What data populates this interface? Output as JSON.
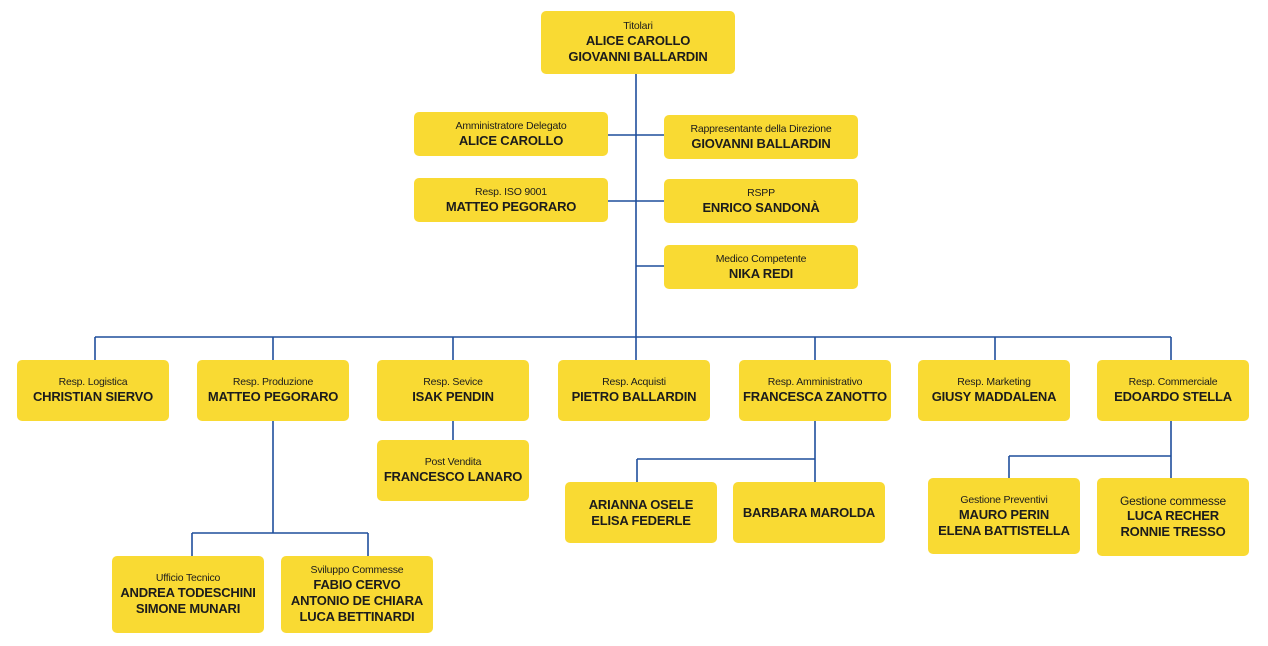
{
  "line_color": "#1f4e9c",
  "box_color": "#f9da33",
  "boxes": {
    "titolari": {
      "role": "Titolari",
      "names": [
        "ALICE CAROLLO",
        "GIOVANNI BALLARDIN"
      ]
    },
    "amministratore": {
      "role": "Amministratore Delegato",
      "names": [
        "ALICE CAROLLO"
      ]
    },
    "rappresentante": {
      "role": "Rappresentante della Direzione",
      "names": [
        "GIOVANNI BALLARDIN"
      ]
    },
    "iso": {
      "role": "Resp. ISO 9001",
      "names": [
        "MATTEO PEGORARO"
      ]
    },
    "rspp": {
      "role": "RSPP",
      "names": [
        "ENRICO SANDONÀ"
      ]
    },
    "medico": {
      "role": "Medico Competente",
      "names": [
        "NIKA REDI"
      ]
    },
    "logistica": {
      "role": "Resp. Logistica",
      "names": [
        "CHRISTIAN SIERVO"
      ]
    },
    "produzione": {
      "role": "Resp. Produzione",
      "names": [
        "MATTEO PEGORARO"
      ]
    },
    "service": {
      "role": "Resp. Sevice",
      "names": [
        "ISAK PENDIN"
      ]
    },
    "acquisti": {
      "role": "Resp. Acquisti",
      "names": [
        "PIETRO BALLARDIN"
      ]
    },
    "amministrativo": {
      "role": "Resp. Amministrativo",
      "names": [
        "FRANCESCA ZANOTTO"
      ]
    },
    "marketing": {
      "role": "Resp. Marketing",
      "names": [
        "GIUSY MADDALENA"
      ]
    },
    "commerciale": {
      "role": "Resp. Commerciale",
      "names": [
        "EDOARDO STELLA"
      ]
    },
    "postvendita": {
      "role": "Post Vendita",
      "names": [
        "FRANCESCO LANARO"
      ]
    },
    "ufficio": {
      "role": "Ufficio Tecnico",
      "names": [
        "ANDREA TODESCHINI",
        "SIMONE MUNARI"
      ]
    },
    "sviluppo": {
      "role": "Sviluppo Commesse",
      "names": [
        "FABIO CERVO",
        "ANTONIO DE CHIARA",
        "LUCA BETTINARDI"
      ]
    },
    "amm_staff1": {
      "role": "",
      "names": [
        "ARIANNA OSELE",
        "ELISA FEDERLE"
      ]
    },
    "amm_staff2": {
      "role": "",
      "names": [
        "BARBARA MAROLDA"
      ]
    },
    "preventivi": {
      "role": "Gestione Preventivi",
      "names": [
        "MAURO PERIN",
        "ELENA BATTISTELLA"
      ]
    },
    "gest_commesse": {
      "role": "Gestione commesse",
      "names": [
        "LUCA RECHER",
        "RONNIE TRESSO"
      ]
    }
  }
}
